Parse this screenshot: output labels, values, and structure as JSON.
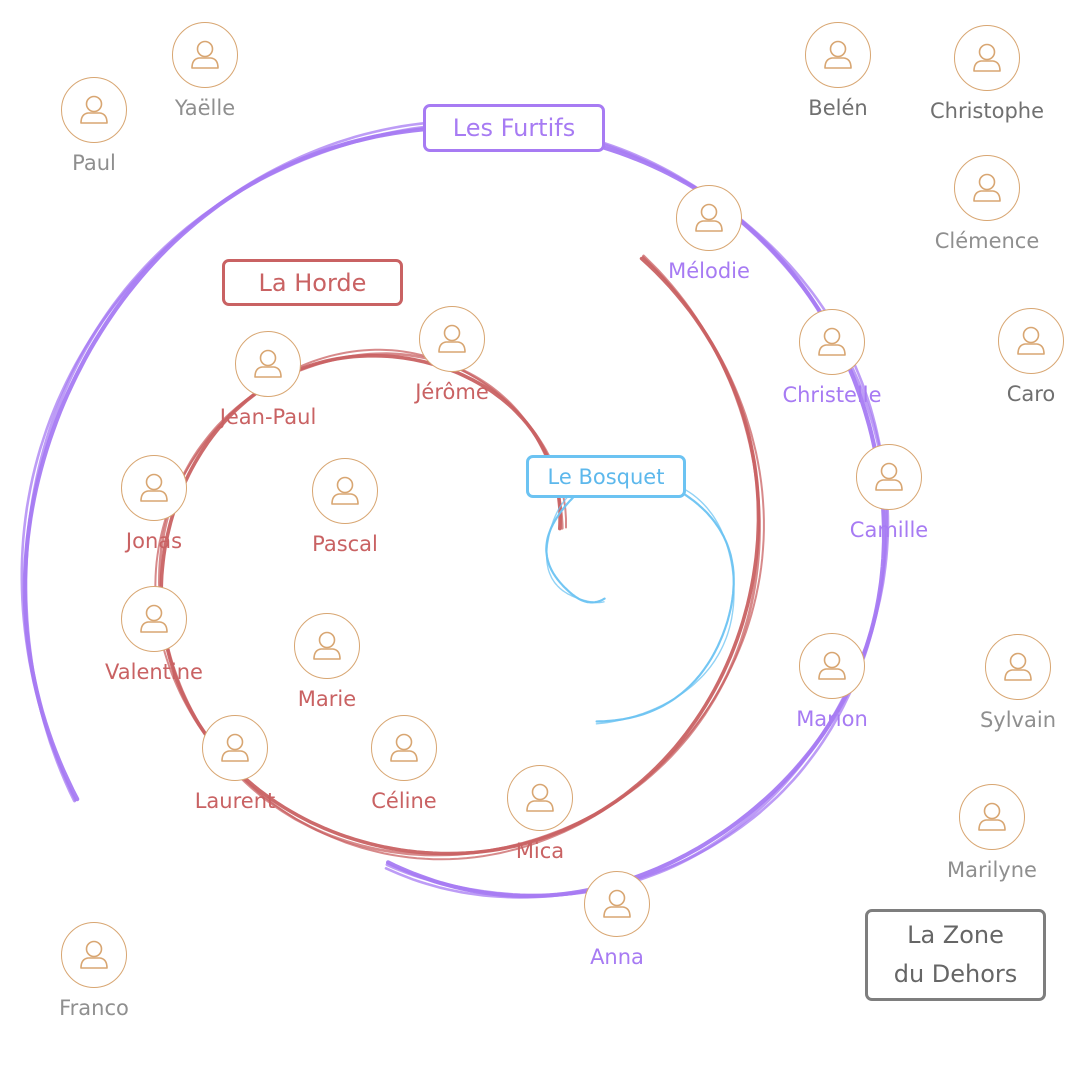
{
  "colors": {
    "furtifs": "#a77bf3",
    "horde": "#c96263",
    "bosquet": "#6cc3f2",
    "dehors": "#8f8f8f",
    "avatar_outline": "#d8a672"
  },
  "icons": {
    "person": "person-outline-icon"
  },
  "groups": {
    "furtifs": {
      "label": "Les Furtifs"
    },
    "horde": {
      "label": "La Horde"
    },
    "bosquet": {
      "label": "Le Bosquet"
    },
    "dehors": {
      "label": "La Zone\ndu Dehors"
    }
  },
  "people": {
    "paul": "Paul",
    "yaelle": "Yaëlle",
    "belen": "Belén",
    "christophe": "Christophe",
    "clemence": "Clémence",
    "caro": "Caro",
    "sylvain": "Sylvain",
    "marilyne": "Marilyne",
    "franco": "Franco",
    "melodie": "Mélodie",
    "christelle": "Christelle",
    "camille": "Camille",
    "marion": "Marion",
    "anna": "Anna",
    "jeanpaul": "Jean-Paul",
    "jerome": "Jérôme",
    "jonas": "Jonas",
    "pascal": "Pascal",
    "valentine": "Valentine",
    "marie": "Marie",
    "laurent": "Laurent",
    "celine": "Céline",
    "mica": "Mica"
  }
}
